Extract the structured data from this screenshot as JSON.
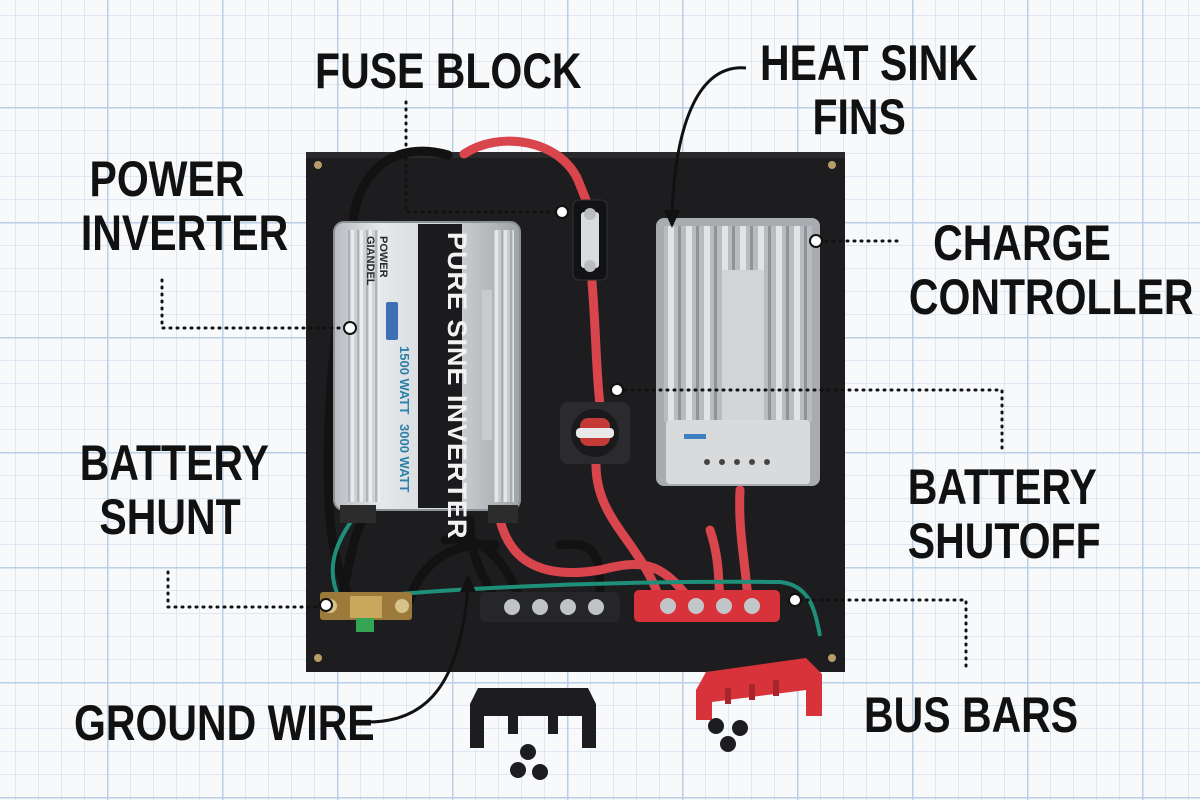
{
  "labels": {
    "fuse_block": "FUSE BLOCK",
    "heat_sink_fins": [
      "HEAT SINK",
      "FINS"
    ],
    "power_inverter": [
      "POWER",
      "INVERTER"
    ],
    "charge_controller": [
      "CHARGE",
      "CONTROLLER"
    ],
    "battery_shunt": [
      "BATTERY",
      "SHUNT"
    ],
    "battery_shutoff": [
      "BATTERY",
      "SHUTOFF"
    ],
    "ground_wire": "GROUND WIRE",
    "bus_bars": "BUS BARS"
  },
  "inverter": {
    "title": "PURE SINE INVERTER",
    "brand": [
      "GIANDEL",
      "POWER"
    ],
    "rating_1": "1500 WATT",
    "rating_2": "3000 WATT"
  },
  "colors": {
    "board": "#1d1d1f",
    "red_wire": "#d9454c",
    "black_wire": "#121212",
    "ground_wire": "#1e8f78",
    "grid_major": "#b9cfe6",
    "grid_minor": "#dfe8f2"
  }
}
